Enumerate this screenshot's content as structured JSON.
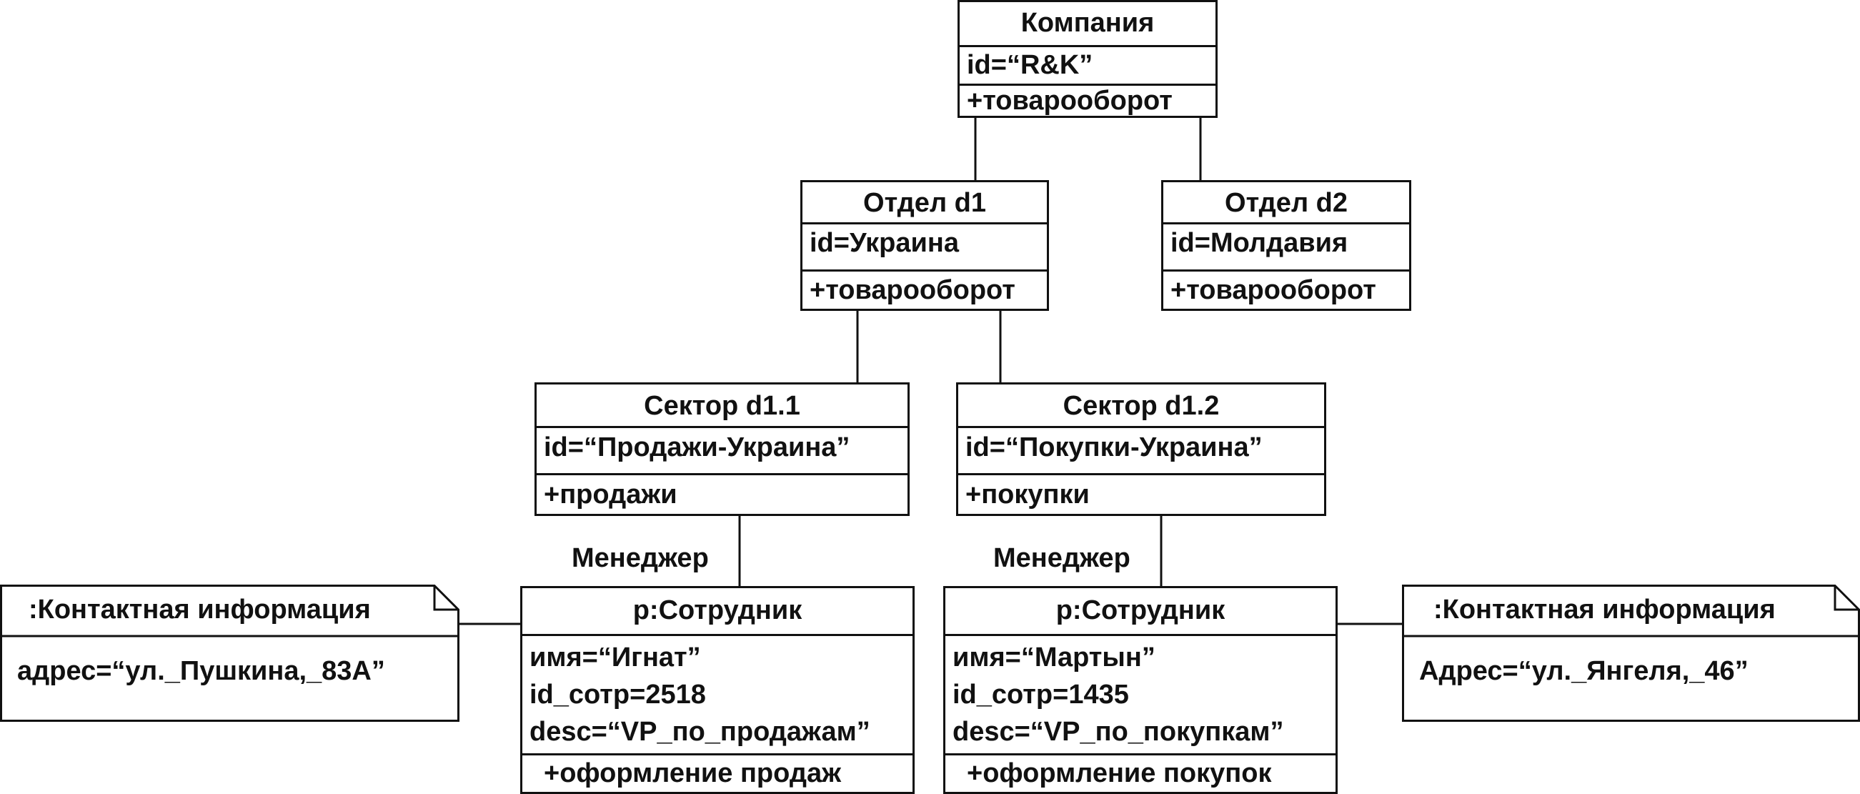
{
  "objects": {
    "company": {
      "name": "Компания",
      "attributes": [
        "id=“R&K”"
      ],
      "operations": [
        "+товарооборот"
      ]
    },
    "dept_d1": {
      "name": "Отдел d1",
      "attributes": [
        "id=Украина"
      ],
      "operations": [
        "+товарооборот"
      ]
    },
    "dept_d2": {
      "name": "Отдел d2",
      "attributes": [
        "id=Молдавия"
      ],
      "operations": [
        "+товарооборот"
      ]
    },
    "sector_d11": {
      "name": "Сектор d1.1",
      "attributes": [
        "id=“Продажи-Украина”"
      ],
      "operations": [
        "+продажи"
      ]
    },
    "sector_d12": {
      "name": "Сектор d1.2",
      "attributes": [
        "id=“Покупки-Украина”"
      ],
      "operations": [
        "+покупки"
      ]
    },
    "employee_left": {
      "name": "p:Сотрудник",
      "attributes": [
        "имя=“Игнат”",
        "id_сотр=2518",
        "desc=“VP_по_продажам”"
      ],
      "operations": [
        "+оформление продаж"
      ]
    },
    "employee_right": {
      "name": "p:Сотрудник",
      "attributes": [
        "имя=“Мартын”",
        "id_сотр=1435",
        "desc=“VP_по_покупкам”"
      ],
      "operations": [
        "+оформление покупок"
      ]
    }
  },
  "notes": {
    "contact_left": {
      "title": ":Контактная информация",
      "body": "адрес=“ул._Пушкина,_83А”"
    },
    "contact_right": {
      "title": ":Контактная информация",
      "body": "Адрес=“ул._Янгеля,_46”"
    }
  },
  "edge_labels": {
    "manager_left": "Менеджер",
    "manager_right": "Менеджер"
  }
}
